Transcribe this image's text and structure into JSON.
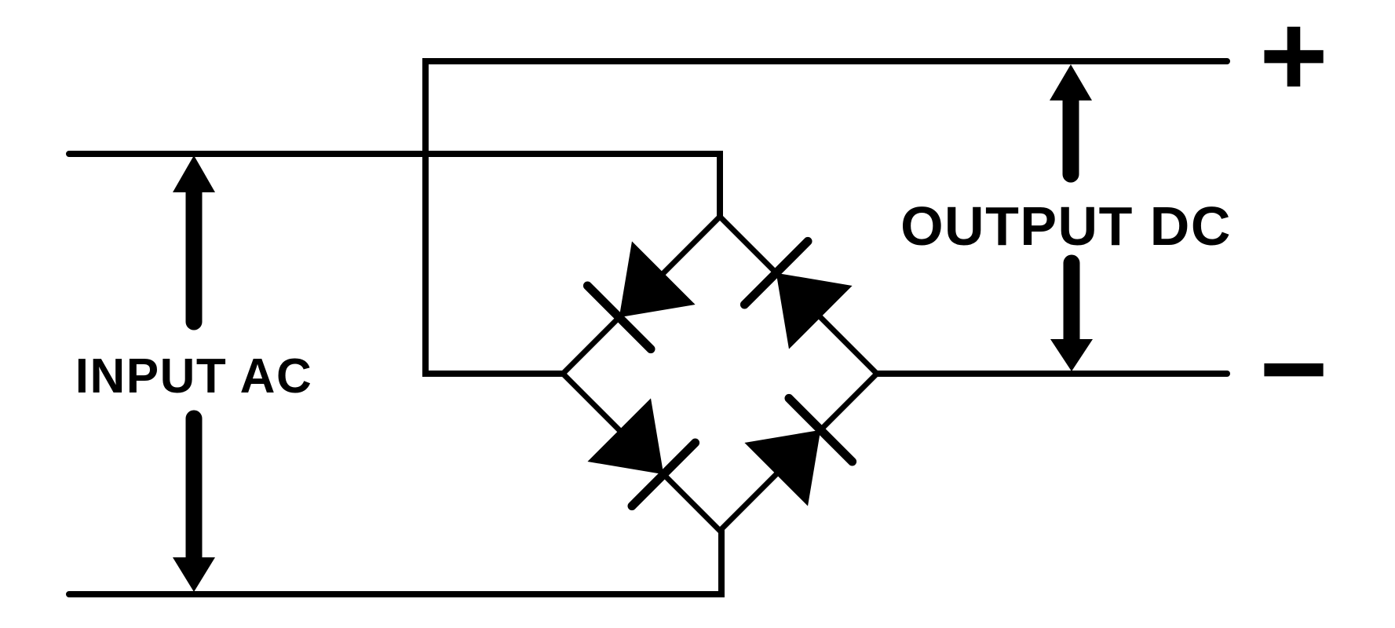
{
  "diagram": {
    "type": "bridge-rectifier-circuit",
    "colors": {
      "ink": "#000000",
      "background": "#ffffff"
    },
    "labels": {
      "input_ac": "INPUT AC",
      "output_dc": "OUTPUT DC",
      "positive": "+",
      "negative": "−"
    },
    "bridge": {
      "shape": "diamond",
      "diodes": [
        {
          "position": "top-left-edge",
          "pointing": "down-left toward left vertex",
          "cathode_bar": "at arrow tip"
        },
        {
          "position": "top-right-edge",
          "pointing": "up-left toward top vertex",
          "cathode_bar": "at arrow tip"
        },
        {
          "position": "bottom-left-edge",
          "pointing": "down-right toward bottom vertex",
          "cathode_bar": "at arrow tip"
        },
        {
          "position": "bottom-right-edge",
          "pointing": "up-right toward right vertex",
          "cathode_bar": "at arrow tip"
        }
      ]
    },
    "arrows": [
      {
        "name": "input-ac-up-arrow",
        "direction": "up",
        "points_to": "top AC wire"
      },
      {
        "name": "input-ac-down-arrow",
        "direction": "down",
        "points_to": "bottom AC wire"
      },
      {
        "name": "output-dc-up-arrow",
        "direction": "up",
        "points_to": "positive DC rail"
      },
      {
        "name": "output-dc-down-arrow",
        "direction": "down",
        "points_to": "negative DC rail"
      }
    ]
  }
}
